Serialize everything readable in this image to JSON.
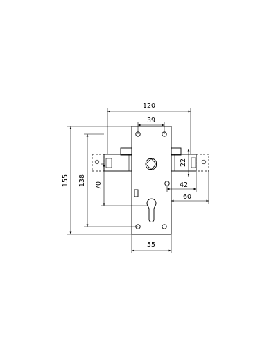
{
  "dimensions": {
    "overall_width": "120",
    "screw_spacing_top": "39",
    "overall_height": "155",
    "height_138": "138",
    "height_70": "70",
    "bolt_height": "22",
    "backset_42": "42",
    "backset_60": "60",
    "plate_width": "55"
  },
  "icons": {
    "cylinder_cutout": "euro-cylinder-profile-icon",
    "square_spindle": "square-spindle-icon"
  }
}
